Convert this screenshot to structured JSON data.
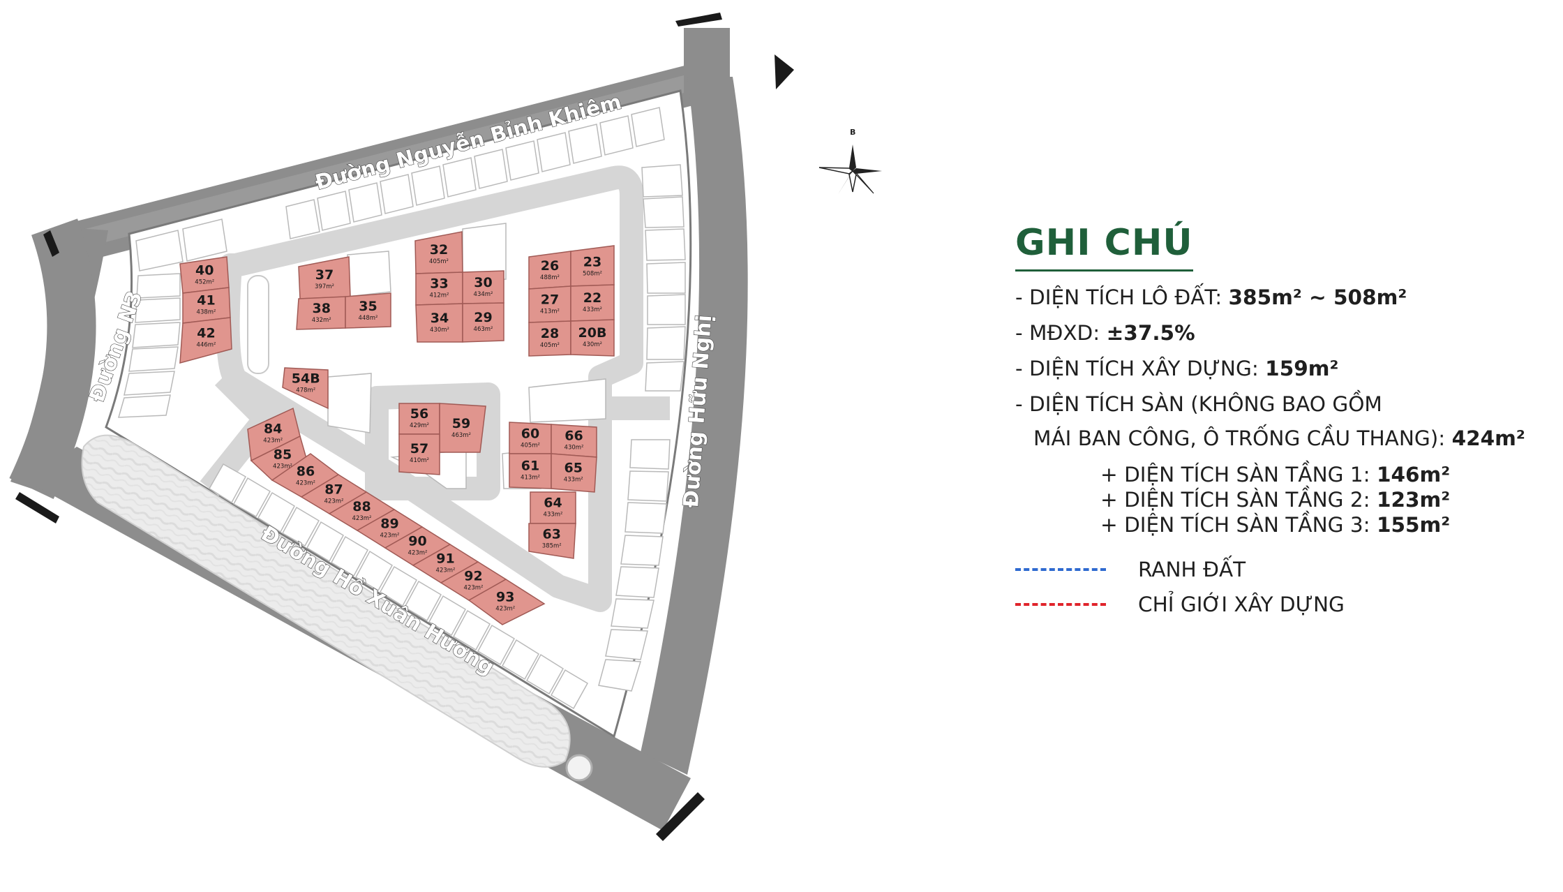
{
  "roads": {
    "north": "Đường Nguyễn Bỉnh Khiêm",
    "west": "Đường N3",
    "east": "Đường Hữu Nghị",
    "south": "Đường Hồ Xuân Hương"
  },
  "compass": {
    "label": "B"
  },
  "lots": [
    {
      "id": "40",
      "area": "452m²"
    },
    {
      "id": "41",
      "area": "438m²"
    },
    {
      "id": "42",
      "area": "446m²"
    },
    {
      "id": "37",
      "area": "397m²"
    },
    {
      "id": "38",
      "area": "432m²"
    },
    {
      "id": "35",
      "area": "448m²"
    },
    {
      "id": "32",
      "area": "405m²"
    },
    {
      "id": "33",
      "area": "412m²"
    },
    {
      "id": "30",
      "area": "434m²"
    },
    {
      "id": "34",
      "area": "430m²"
    },
    {
      "id": "29",
      "area": "463m²"
    },
    {
      "id": "26",
      "area": "488m²"
    },
    {
      "id": "23",
      "area": "508m²"
    },
    {
      "id": "27",
      "area": "413m²"
    },
    {
      "id": "22",
      "area": "433m²"
    },
    {
      "id": "28",
      "area": "405m²"
    },
    {
      "id": "20B",
      "area": "430m²"
    },
    {
      "id": "54B",
      "area": "478m²"
    },
    {
      "id": "56",
      "area": "429m²"
    },
    {
      "id": "59",
      "area": "463m²"
    },
    {
      "id": "57",
      "area": "410m²"
    },
    {
      "id": "60",
      "area": "405m²"
    },
    {
      "id": "66",
      "area": "430m²"
    },
    {
      "id": "61",
      "area": "413m²"
    },
    {
      "id": "65",
      "area": "433m²"
    },
    {
      "id": "64",
      "area": "433m²"
    },
    {
      "id": "63",
      "area": "385m²"
    },
    {
      "id": "84",
      "area": "423m²"
    },
    {
      "id": "85",
      "area": "423m²"
    },
    {
      "id": "86",
      "area": "423m²"
    },
    {
      "id": "87",
      "area": "423m²"
    },
    {
      "id": "88",
      "area": "423m²"
    },
    {
      "id": "89",
      "area": "423m²"
    },
    {
      "id": "90",
      "area": "423m²"
    },
    {
      "id": "91",
      "area": "423m²"
    },
    {
      "id": "92",
      "area": "423m²"
    },
    {
      "id": "93",
      "area": "423m²"
    }
  ],
  "legend": {
    "title": "GHI CHÚ",
    "specs": [
      {
        "label": "- DIỆN TÍCH LÔ ĐẤT: ",
        "value": "385m² ~ 508m²"
      },
      {
        "label": "- MĐXD: ",
        "value": "±37.5%"
      },
      {
        "label": "- DIỆN TÍCH XÂY DỰNG: ",
        "value": "159m²"
      },
      {
        "label": "- DIỆN TÍCH SÀN (KHÔNG BAO GỒM",
        "value": ""
      },
      {
        "label": "MÁI BAN CÔNG, Ô TRỐNG CẦU THANG): ",
        "value": "424m²"
      }
    ],
    "sub_specs": [
      {
        "label": "+ DIỆN TÍCH SÀN TẦNG 1: ",
        "value": "146m²"
      },
      {
        "label": "+ DIỆN TÍCH SÀN TẦNG 2: ",
        "value": "123m²"
      },
      {
        "label": "+ DIỆN TÍCH SÀN TẦNG 3: ",
        "value": "155m²"
      }
    ],
    "lines": [
      {
        "label": "RANH ĐẤT",
        "color": "#2f6ad0"
      },
      {
        "label": "CHỈ GIỚI XÂY DỰNG",
        "color": "#e0242b"
      }
    ]
  },
  "colors": {
    "road": "#8a8a8a",
    "lot_highlight": "#e0958e",
    "lot_plain": "#ffffff",
    "accent_green": "#1f5f3a"
  }
}
